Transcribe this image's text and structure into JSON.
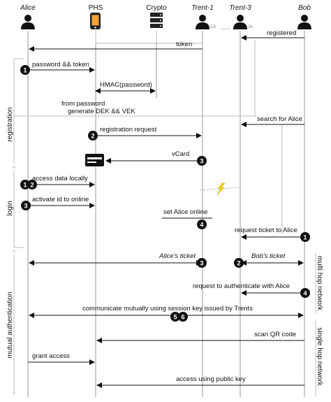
{
  "actors": {
    "alice": "Alice",
    "phs": "PHS",
    "crypto": "Crypto",
    "trent1": "Trent-1",
    "trent3": "Trent-3",
    "bob": "Bob",
    "ellipsis": ".....",
    "trent1_badge": "CA",
    "trent3_badge": "JA"
  },
  "phases": {
    "registration": "registration",
    "login": "login",
    "mutual_auth": "mutual authentication",
    "multi_hop": "multi hop network",
    "single_hop": "single hop network"
  },
  "messages": {
    "registered": "registered",
    "token": "token",
    "password_token": "password && token",
    "hmac": "HMAC(password)",
    "from_password": "from password",
    "generate_keys": "generate DEK && VEK",
    "search_alice": "search for Alice",
    "registration_request": "registration request",
    "vcard": "vCard",
    "access_data": "access data locally",
    "activate": "activate id to online",
    "set_online": "set Alice online",
    "request_ticket": "request ticket to Alice",
    "alices_ticket": "Alice's ticket",
    "bobs_ticket": "Bob's ticket",
    "request_auth": "request to authenticate with Alice",
    "communicate": "communicate mutually using session key issued by Trents",
    "scan_qr": "scan QR code",
    "grant_access": "grant access",
    "access_public_key": "access using public key"
  },
  "badges": [
    "1",
    "2",
    "3",
    "4",
    "5",
    "6"
  ]
}
